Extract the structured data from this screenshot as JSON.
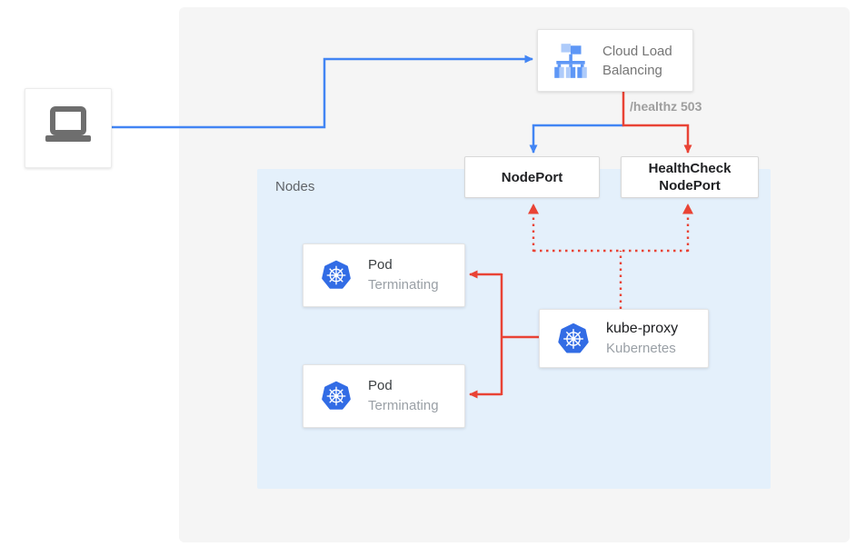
{
  "panel": {
    "nodes_label": "Nodes"
  },
  "boxes": {
    "client": {
      "icon": "laptop-icon"
    },
    "cloud_load_balancing": {
      "label": "Cloud Load Balancing",
      "icon": "cloud-load-balancing-icon"
    },
    "nodeport": {
      "label": "NodePort"
    },
    "healthcheck_nodeport": {
      "label": "HealthCheck NodePort"
    },
    "pod_1": {
      "title": "Pod",
      "status": "Terminating",
      "icon": "kubernetes-icon"
    },
    "pod_2": {
      "title": "Pod",
      "status": "Terminating",
      "icon": "kubernetes-icon"
    },
    "kube_proxy": {
      "title": "kube-proxy",
      "subtitle": "Kubernetes",
      "icon": "kubernetes-icon"
    }
  },
  "edges": [
    {
      "from": "client",
      "to": "cloud-load-balancing",
      "color": "blue",
      "style": "solid"
    },
    {
      "from": "cloud-load-balancing",
      "to": "nodeport",
      "color": "blue",
      "style": "solid"
    },
    {
      "from": "cloud-load-balancing",
      "to": "healthcheck-nodeport",
      "color": "red",
      "style": "solid",
      "label": "/healthz 503"
    },
    {
      "from": "kube-proxy",
      "to": "nodeport",
      "color": "red",
      "style": "dotted"
    },
    {
      "from": "kube-proxy",
      "to": "healthcheck-nodeport",
      "color": "red",
      "style": "dotted"
    },
    {
      "from": "kube-proxy",
      "to": "pod-1",
      "color": "red",
      "style": "solid"
    },
    {
      "from": "kube-proxy",
      "to": "pod-2",
      "color": "red",
      "style": "solid"
    }
  ],
  "colors": {
    "blue_arrow": "#4285f4",
    "red_arrow": "#e94335",
    "kubernetes_blue": "#326ce5",
    "clb_icon_blue": "#5e97f6",
    "clb_icon_light_blue": "#aecbfa",
    "laptop_gray": "#6e6e6e",
    "outer_panel_bg": "#f5f5f5",
    "nodes_panel_bg": "#e4f0fb",
    "healthz_label_color": "#9e9e9e"
  }
}
